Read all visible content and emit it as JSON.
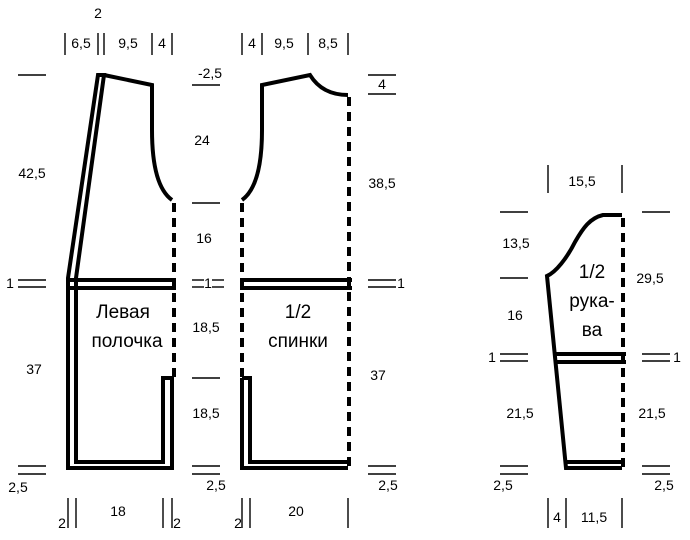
{
  "front": {
    "label_line1": "Левая",
    "label_line2": "полочка",
    "top_dims": [
      "6,5",
      "2",
      "9,5",
      "4"
    ],
    "left_dims": [
      "42,5",
      "1",
      "37",
      "2,5"
    ],
    "bottom_dims": [
      "2",
      "18",
      "2"
    ]
  },
  "middle": {
    "dims": [
      "-2,5",
      "24",
      "16",
      "1",
      "18,5",
      "18,5",
      "2,5"
    ]
  },
  "back": {
    "label_line1": "1/2",
    "label_line2": "спинки",
    "top_dims": [
      "4",
      "9,5",
      "8,5"
    ],
    "right_dims": [
      "4",
      "38,5",
      "1",
      "37",
      "2,5"
    ],
    "bottom_dims": [
      "2",
      "20"
    ]
  },
  "sleeve": {
    "label_line1": "1/2",
    "label_line2": "рука-",
    "label_line3": "ва",
    "top_dim": "15,5",
    "left_dims": [
      "13,5",
      "16",
      "1",
      "21,5",
      "2,5"
    ],
    "right_dims": [
      "29,5",
      "1",
      "21,5",
      "2,5"
    ],
    "bottom_dims": [
      "4",
      "11,5"
    ]
  }
}
